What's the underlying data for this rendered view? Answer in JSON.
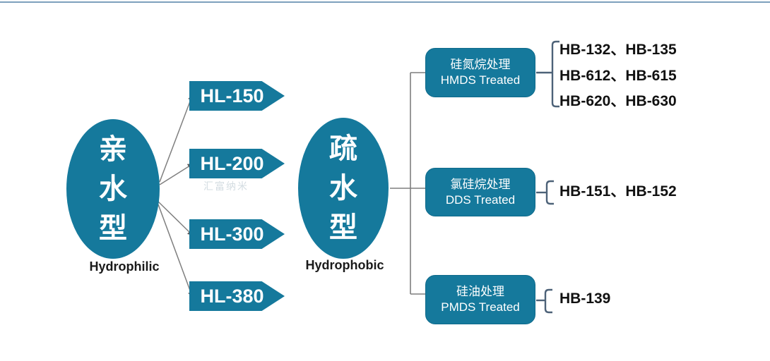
{
  "colors": {
    "node_teal": "#15799c",
    "connector_gray": "#7f7f7f",
    "bracket_slate": "#4d6278",
    "top_border_blue": "#7da0bc",
    "code_text": "#111111"
  },
  "hydrophilic": {
    "label_cn": "亲水型",
    "label_en": "Hydrophilic",
    "products": [
      "HL-150",
      "HL-200",
      "HL-300",
      "HL-380"
    ]
  },
  "hydrophobic": {
    "label_cn": "疏水型",
    "label_en": "Hydrophobic",
    "treatments": [
      {
        "name_cn": "硅氮烷处理",
        "name_en": "HMDS Treated",
        "products": [
          "HB-132、HB-135",
          "HB-612、HB-615",
          "HB-620、HB-630"
        ]
      },
      {
        "name_cn": "氯硅烷处理",
        "name_en": "DDS Treated",
        "products": [
          "HB-151、HB-152"
        ]
      },
      {
        "name_cn": "硅油处理",
        "name_en": "PMDS Treated",
        "products": [
          "HB-139"
        ]
      }
    ]
  },
  "watermark": "汇富纳米"
}
